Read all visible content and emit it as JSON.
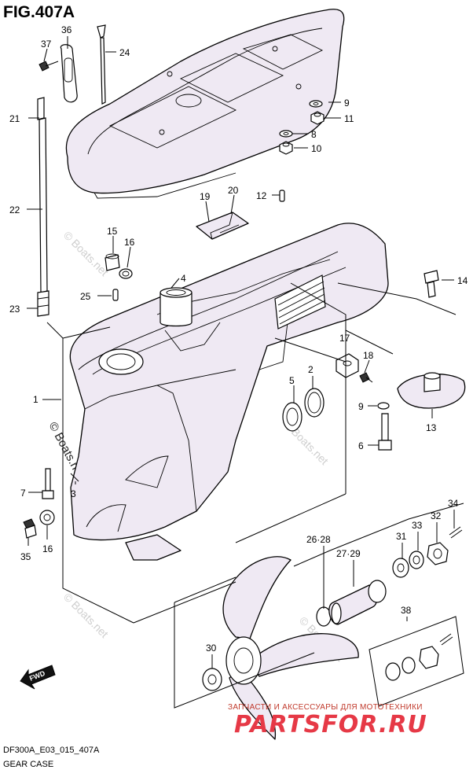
{
  "figure": {
    "title": "FIG.407A",
    "code": "DF300A_E03_015_407A",
    "name": "GEAR CASE"
  },
  "callouts": [
    {
      "id": "c37",
      "label": "37"
    },
    {
      "id": "c36",
      "label": "36"
    },
    {
      "id": "c24",
      "label": "24"
    },
    {
      "id": "c21",
      "label": "21"
    },
    {
      "id": "c9a",
      "label": "9"
    },
    {
      "id": "c11",
      "label": "11"
    },
    {
      "id": "c8",
      "label": "8"
    },
    {
      "id": "c10",
      "label": "10"
    },
    {
      "id": "c19",
      "label": "19"
    },
    {
      "id": "c20",
      "label": "20"
    },
    {
      "id": "c12",
      "label": "12"
    },
    {
      "id": "c22",
      "label": "22"
    },
    {
      "id": "c15",
      "label": "15"
    },
    {
      "id": "c16a",
      "label": "16"
    },
    {
      "id": "c4",
      "label": "4"
    },
    {
      "id": "c14",
      "label": "14"
    },
    {
      "id": "c25",
      "label": "25"
    },
    {
      "id": "c23",
      "label": "23"
    },
    {
      "id": "c17",
      "label": "17"
    },
    {
      "id": "c18",
      "label": "18"
    },
    {
      "id": "c5",
      "label": "5"
    },
    {
      "id": "c2",
      "label": "2"
    },
    {
      "id": "c1",
      "label": "1"
    },
    {
      "id": "c9b",
      "label": "9"
    },
    {
      "id": "c13",
      "label": "13"
    },
    {
      "id": "c6",
      "label": "6"
    },
    {
      "id": "c7",
      "label": "7"
    },
    {
      "id": "c3",
      "label": "3"
    },
    {
      "id": "c34",
      "label": "34"
    },
    {
      "id": "c32",
      "label": "32"
    },
    {
      "id": "c33",
      "label": "33"
    },
    {
      "id": "c31",
      "label": "31"
    },
    {
      "id": "c35",
      "label": "35"
    },
    {
      "id": "c16b",
      "label": "16"
    },
    {
      "id": "c2628",
      "label": "26·28"
    },
    {
      "id": "c2729",
      "label": "27·29"
    },
    {
      "id": "c38",
      "label": "38"
    },
    {
      "id": "c30",
      "label": "30"
    }
  ],
  "direction_tag": "FWD",
  "watermarks": [
    "© Boats.net"
  ],
  "vendor": {
    "tagline": "ЗАПЧАСТИ И АКСЕССУАРЫ ДЛЯ МОТОТЕХНИКИ",
    "name": "PARTSFOR.RU"
  }
}
